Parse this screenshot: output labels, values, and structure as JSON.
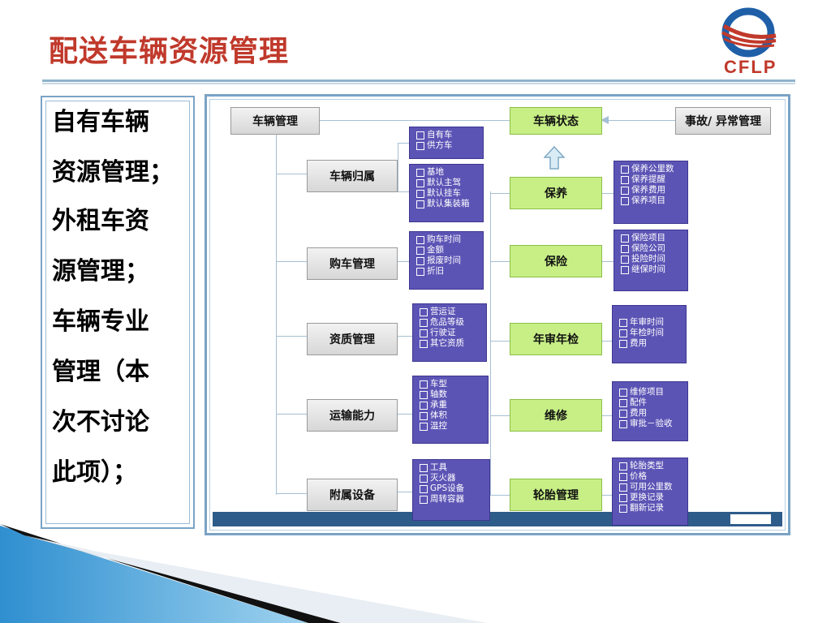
{
  "slide": {
    "title": "配送车辆资源管理"
  },
  "logo": {
    "text": "CFLP"
  },
  "left_panel": {
    "lines": [
      "自有车辆",
      "资源管理；",
      "外租车资",
      "源管理；",
      "车辆专业",
      "管理（本",
      "次不讨论",
      "此项）；"
    ]
  },
  "diagram": {
    "top": {
      "left": "车辆管理",
      "center": "车辆状态",
      "right": "事故/ 异常管理"
    },
    "left_nodes": [
      "车辆归属",
      "购车管理",
      "资质管理",
      "运输能力",
      "附属设备"
    ],
    "right_nodes": [
      "保养",
      "保险",
      "年审年检",
      "维修",
      "轮胎管理"
    ],
    "left_details": [
      [
        "自有车",
        "供方车"
      ],
      [
        "基地",
        "默认主驾",
        "默认挂车",
        "默认集装箱"
      ],
      [
        "购车时间",
        "金额",
        "报废时间",
        "折旧"
      ],
      [
        "营运证",
        "危品等级",
        "行驶证",
        "其它资质"
      ],
      [
        "车型",
        "轴数",
        "承重",
        "体积",
        "温控"
      ],
      [
        "工具",
        "灭火器",
        "GPS设备",
        "周转容器"
      ]
    ],
    "right_details": [
      [
        "保养公里数",
        "保养提醒",
        "保养费用",
        "保养项目"
      ],
      [
        "保险项目",
        "保险公司",
        "投险时间",
        "继保时间"
      ],
      [
        "年审时间",
        "年检时间",
        "费用"
      ],
      [
        "维修项目",
        "配件",
        "费用",
        "审批－验收"
      ],
      [
        "轮胎类型",
        "价格",
        "可用公里数",
        "更换记录",
        "翻新记录"
      ]
    ]
  },
  "colors": {
    "title": "#c0392b",
    "accent_green": "#c7ef86",
    "detail_purple": "#5c54b5",
    "frame_blue": "#7aa3c6"
  }
}
